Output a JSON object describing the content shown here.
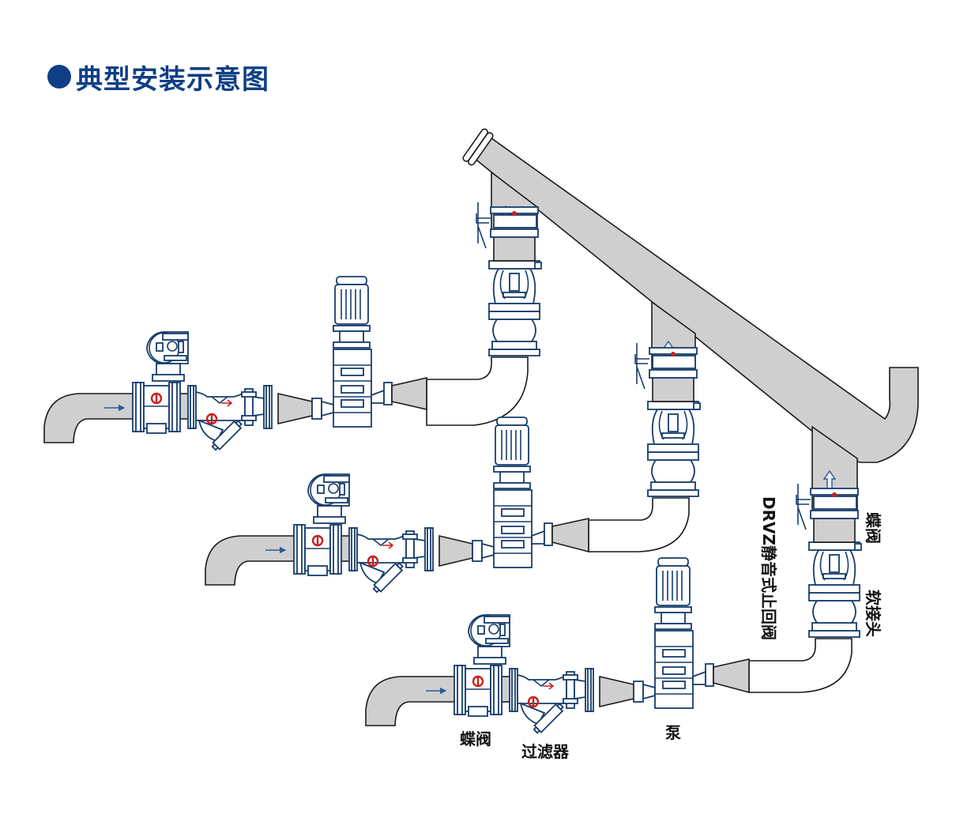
{
  "title": {
    "bullet_icon": "filled-circle",
    "text": "典型安装示意图",
    "color": "#0f3f86"
  },
  "labels": {
    "butterfly_valve": "蝶阀",
    "filter": "过滤器",
    "pump": "泵",
    "check_valve": "DRVZ静音式止回阀",
    "butterfly_valve_vertical": "蝶阀",
    "flexible_joint": "软接头"
  },
  "components": {
    "rows": [
      {
        "id": "row-top",
        "items": [
          "inlet-elbow",
          "flow-arrow",
          "butterfly-valve",
          "y-strainer",
          "reducer",
          "vertical-pump",
          "reducer",
          "elbow",
          "flexible-joint",
          "check-valve",
          "butterfly-valve",
          "riser",
          "header-pipe"
        ]
      },
      {
        "id": "row-middle",
        "items": [
          "inlet-elbow",
          "flow-arrow",
          "butterfly-valve",
          "y-strainer",
          "reducer",
          "vertical-pump",
          "reducer",
          "elbow",
          "flexible-joint",
          "check-valve",
          "butterfly-valve",
          "riser",
          "header-pipe"
        ]
      },
      {
        "id": "row-bottom",
        "items": [
          "inlet-elbow",
          "flow-arrow",
          "butterfly-valve",
          "y-strainer",
          "reducer",
          "vertical-pump",
          "reducer",
          "elbow",
          "flexible-joint",
          "check-valve",
          "butterfly-valve",
          "riser",
          "header-pipe"
        ]
      }
    ],
    "colors": {
      "pipe_fill": "#cfcfcf",
      "equipment_stroke": "#163c6b",
      "marker_red": "#c8201c",
      "flow_arrow": "#2b5a9a"
    }
  }
}
